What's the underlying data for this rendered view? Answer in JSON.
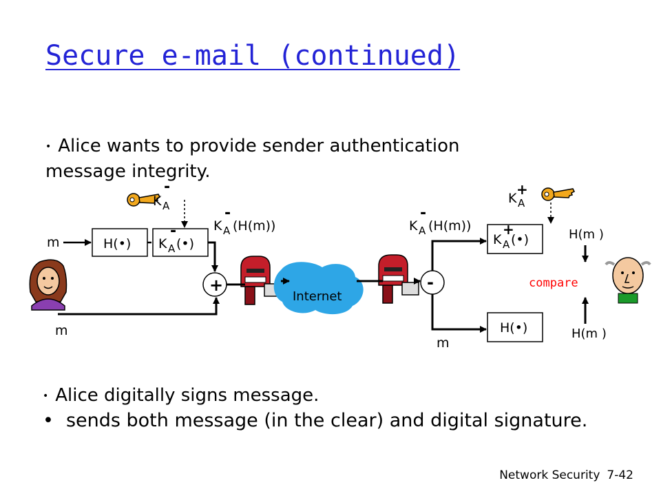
{
  "title": "Secure e-mail (continued)",
  "intro": {
    "line1": "Alice wants to provide sender authentication",
    "line2": "message integrity."
  },
  "notes": [
    "Alice digitally signs message.",
    "sends both message (in the clear) and digital signature."
  ],
  "footer": {
    "course": "Network Security",
    "page": "7-42"
  },
  "diagram": {
    "msg_m": "m",
    "key_letter": "K",
    "key_sub": "A",
    "minus": "-",
    "plus": "+",
    "hash_fn": "H(•)",
    "key_fn": "(•)",
    "signed_hash": "(H(m))",
    "hash_m": "H(m )",
    "internet": "Internet",
    "compare": "compare",
    "colors": {
      "arrow": "#000000",
      "cloud": "#2ea6e6",
      "compare": "#ff0000",
      "mailbox": "#c41e2a",
      "key": "#f2a81d",
      "box": "#000000"
    }
  }
}
